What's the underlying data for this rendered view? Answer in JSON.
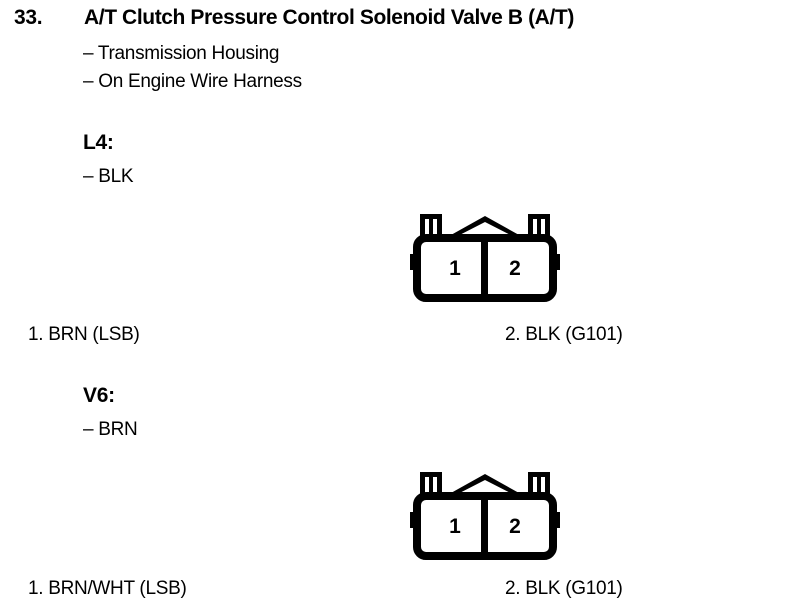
{
  "header": {
    "item_number": "33.",
    "title": "A/T Clutch Pressure Control Solenoid Valve B (A/T)",
    "subitems": [
      "– Transmission Housing",
      "– On Engine Wire Harness"
    ]
  },
  "variants": [
    {
      "name": "L4:",
      "wire": "– BLK",
      "connector": {
        "cavities": [
          {
            "number": "1"
          },
          {
            "number": "2"
          }
        ]
      },
      "pins": [
        {
          "label": "1.  BRN (LSB)"
        },
        {
          "label": "2.  BLK (G101)"
        }
      ]
    },
    {
      "name": "V6:",
      "wire": "– BRN",
      "connector": {
        "cavities": [
          {
            "number": "1"
          },
          {
            "number": "2"
          }
        ]
      },
      "pins": [
        {
          "label": "1.  BRN/WHT (LSB)"
        },
        {
          "label": "2.  BLK (G101)"
        }
      ]
    }
  ],
  "colors": {
    "ink": "#000000",
    "paper": "#ffffff"
  }
}
